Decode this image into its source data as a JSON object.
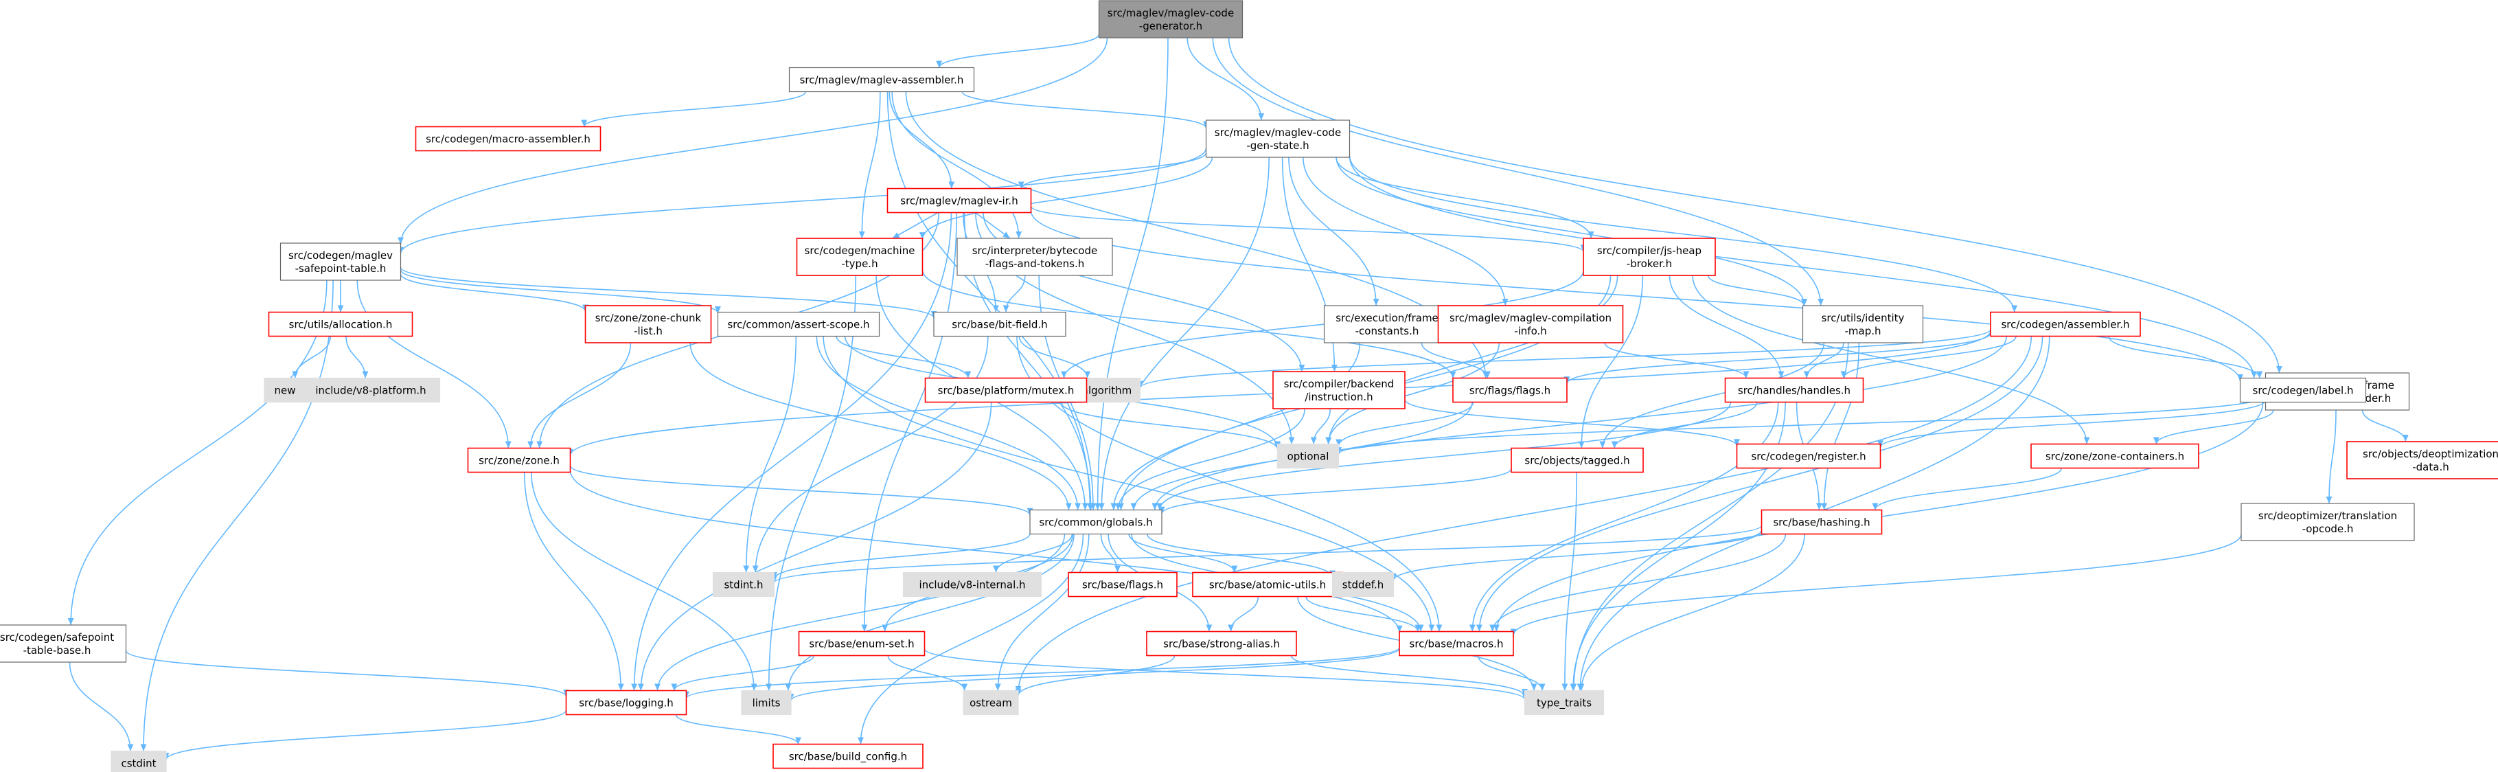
{
  "graph": {
    "colors": {
      "edge": "#63b8ff",
      "normal_border": "#666666",
      "normal_fill": "#ffffff",
      "missing_border": "#ff0000",
      "missing_fill": "#ffffff",
      "external_border": "#e0e0e0",
      "external_fill": "#e0e0e0",
      "root_border": "#666666",
      "root_fill": "#999999",
      "text": "#000000"
    },
    "nodes": [
      {
        "id": "root",
        "lines": [
          "src/maglev/maglev-code",
          "-generator.h"
        ],
        "style": "root"
      },
      {
        "id": "assembler_h",
        "lines": [
          "src/maglev/maglev-assembler.h"
        ],
        "style": "normal"
      },
      {
        "id": "codegen_macro_assembler",
        "lines": [
          "src/codegen/macro-assembler.h"
        ],
        "style": "missing"
      },
      {
        "id": "code_gen_state",
        "lines": [
          "src/maglev/maglev-code",
          "-gen-state.h"
        ],
        "style": "normal"
      },
      {
        "id": "maglev_ir",
        "lines": [
          "src/maglev/maglev-ir.h"
        ],
        "style": "missing"
      },
      {
        "id": "safepoint_table",
        "lines": [
          "src/codegen/maglev",
          "-safepoint-table.h"
        ],
        "style": "normal"
      },
      {
        "id": "machine_type",
        "lines": [
          "src/codegen/machine",
          "-type.h"
        ],
        "style": "missing"
      },
      {
        "id": "bytecode_flags",
        "lines": [
          "src/interpreter/bytecode",
          "-flags-and-tokens.h"
        ],
        "style": "normal"
      },
      {
        "id": "js_heap_broker",
        "lines": [
          "src/compiler/js-heap",
          "-broker.h"
        ],
        "style": "missing"
      },
      {
        "id": "utils_allocation",
        "lines": [
          "src/utils/allocation.h"
        ],
        "style": "missing"
      },
      {
        "id": "zone_chunk_list",
        "lines": [
          "src/zone/zone-chunk",
          "-list.h"
        ],
        "style": "missing"
      },
      {
        "id": "assert_scope",
        "lines": [
          "src/common/assert-scope.h"
        ],
        "style": "normal"
      },
      {
        "id": "bit_field",
        "lines": [
          "src/base/bit-field.h"
        ],
        "style": "normal"
      },
      {
        "id": "frame_constants",
        "lines": [
          "src/execution/frame",
          "-constants.h"
        ],
        "style": "normal"
      },
      {
        "id": "compilation_info",
        "lines": [
          "src/maglev/maglev-compilation",
          "-info.h"
        ],
        "style": "missing"
      },
      {
        "id": "identity_map",
        "lines": [
          "src/utils/identity",
          "-map.h"
        ],
        "style": "normal"
      },
      {
        "id": "codegen_assembler",
        "lines": [
          "src/codegen/assembler.h"
        ],
        "style": "missing"
      },
      {
        "id": "translation_builder",
        "lines": [
          "src/deoptimizer/frame",
          "-translation-builder.h"
        ],
        "style": "normal"
      },
      {
        "id": "new",
        "lines": [
          "new"
        ],
        "style": "external"
      },
      {
        "id": "v8_platform",
        "lines": [
          "include/v8-platform.h"
        ],
        "style": "external"
      },
      {
        "id": "algorithm",
        "lines": [
          "algorithm"
        ],
        "style": "external"
      },
      {
        "id": "platform_mutex",
        "lines": [
          "src/base/platform/mutex.h"
        ],
        "style": "missing"
      },
      {
        "id": "backend_instruction",
        "lines": [
          "src/compiler/backend",
          "/instruction.h"
        ],
        "style": "missing"
      },
      {
        "id": "flags_flags",
        "lines": [
          "src/flags/flags.h"
        ],
        "style": "missing"
      },
      {
        "id": "handles",
        "lines": [
          "src/handles/handles.h"
        ],
        "style": "missing"
      },
      {
        "id": "codegen_label",
        "lines": [
          "src/codegen/label.h"
        ],
        "style": "normal"
      },
      {
        "id": "zone_h",
        "lines": [
          "src/zone/zone.h"
        ],
        "style": "missing"
      },
      {
        "id": "optional",
        "lines": [
          "optional"
        ],
        "style": "external"
      },
      {
        "id": "objects_tagged",
        "lines": [
          "src/objects/tagged.h"
        ],
        "style": "missing"
      },
      {
        "id": "codegen_register",
        "lines": [
          "src/codegen/register.h"
        ],
        "style": "missing"
      },
      {
        "id": "zone_containers",
        "lines": [
          "src/zone/zone-containers.h"
        ],
        "style": "missing"
      },
      {
        "id": "deopt_data",
        "lines": [
          "src/objects/deoptimization",
          "-data.h"
        ],
        "style": "missing"
      },
      {
        "id": "globals",
        "lines": [
          "src/common/globals.h"
        ],
        "style": "normal"
      },
      {
        "id": "base_hashing",
        "lines": [
          "src/base/hashing.h"
        ],
        "style": "missing"
      },
      {
        "id": "translation_opcode",
        "lines": [
          "src/deoptimizer/translation",
          "-opcode.h"
        ],
        "style": "normal"
      },
      {
        "id": "stdint",
        "lines": [
          "stdint.h"
        ],
        "style": "external"
      },
      {
        "id": "v8_internal",
        "lines": [
          "include/v8-internal.h"
        ],
        "style": "external"
      },
      {
        "id": "base_flags",
        "lines": [
          "src/base/flags.h"
        ],
        "style": "missing"
      },
      {
        "id": "atomic_utils",
        "lines": [
          "src/base/atomic-utils.h"
        ],
        "style": "missing"
      },
      {
        "id": "stddef",
        "lines": [
          "stddef.h"
        ],
        "style": "external"
      },
      {
        "id": "safepoint_table_base",
        "lines": [
          "src/codegen/safepoint",
          "-table-base.h"
        ],
        "style": "normal"
      },
      {
        "id": "enum_set",
        "lines": [
          "src/base/enum-set.h"
        ],
        "style": "missing"
      },
      {
        "id": "strong_alias",
        "lines": [
          "src/base/strong-alias.h"
        ],
        "style": "missing"
      },
      {
        "id": "base_macros",
        "lines": [
          "src/base/macros.h"
        ],
        "style": "missing"
      },
      {
        "id": "base_logging",
        "lines": [
          "src/base/logging.h"
        ],
        "style": "missing"
      },
      {
        "id": "limits",
        "lines": [
          "limits"
        ],
        "style": "external"
      },
      {
        "id": "ostream",
        "lines": [
          "ostream"
        ],
        "style": "external"
      },
      {
        "id": "type_traits",
        "lines": [
          "type_traits"
        ],
        "style": "external"
      },
      {
        "id": "cstdint",
        "lines": [
          "cstdint"
        ],
        "style": "external"
      },
      {
        "id": "build_config",
        "lines": [
          "src/base/build_config.h"
        ],
        "style": "missing"
      }
    ],
    "edges": [
      [
        "root",
        "assembler_h"
      ],
      [
        "root",
        "code_gen_state"
      ],
      [
        "root",
        "safepoint_table"
      ],
      [
        "root",
        "identity_map"
      ],
      [
        "root",
        "translation_builder"
      ],
      [
        "root",
        "globals"
      ],
      [
        "assembler_h",
        "codegen_macro_assembler"
      ],
      [
        "assembler_h",
        "code_gen_state"
      ],
      [
        "assembler_h",
        "maglev_ir"
      ],
      [
        "assembler_h",
        "machine_type"
      ],
      [
        "assembler_h",
        "bytecode_flags"
      ],
      [
        "assembler_h",
        "flags_flags"
      ],
      [
        "assembler_h",
        "globals"
      ],
      [
        "code_gen_state",
        "maglev_ir"
      ],
      [
        "code_gen_state",
        "safepoint_table"
      ],
      [
        "code_gen_state",
        "machine_type"
      ],
      [
        "code_gen_state",
        "js_heap_broker"
      ],
      [
        "code_gen_state",
        "frame_constants"
      ],
      [
        "code_gen_state",
        "compilation_info"
      ],
      [
        "code_gen_state",
        "codegen_assembler"
      ],
      [
        "code_gen_state",
        "backend_instruction"
      ],
      [
        "code_gen_state",
        "codegen_label"
      ],
      [
        "code_gen_state",
        "identity_map"
      ],
      [
        "code_gen_state",
        "globals"
      ],
      [
        "maglev_ir",
        "machine_type"
      ],
      [
        "maglev_ir",
        "bytecode_flags"
      ],
      [
        "maglev_ir",
        "js_heap_broker"
      ],
      [
        "maglev_ir",
        "bit_field"
      ],
      [
        "maglev_ir",
        "zone_h"
      ],
      [
        "maglev_ir",
        "backend_instruction"
      ],
      [
        "maglev_ir",
        "codegen_label"
      ],
      [
        "maglev_ir",
        "optional"
      ],
      [
        "maglev_ir",
        "globals"
      ],
      [
        "maglev_ir",
        "base_logging"
      ],
      [
        "maglev_ir",
        "enum_set"
      ],
      [
        "safepoint_table",
        "utils_allocation"
      ],
      [
        "safepoint_table",
        "zone_chunk_list"
      ],
      [
        "safepoint_table",
        "assert_scope"
      ],
      [
        "safepoint_table",
        "bit_field"
      ],
      [
        "safepoint_table",
        "safepoint_table_base"
      ],
      [
        "safepoint_table",
        "zone_h"
      ],
      [
        "safepoint_table",
        "cstdint"
      ],
      [
        "machine_type",
        "flags_flags"
      ],
      [
        "machine_type",
        "globals"
      ],
      [
        "machine_type",
        "limits"
      ],
      [
        "bytecode_flags",
        "bit_field"
      ],
      [
        "bytecode_flags",
        "globals"
      ],
      [
        "js_heap_broker",
        "identity_map"
      ],
      [
        "js_heap_broker",
        "handles"
      ],
      [
        "js_heap_broker",
        "objects_tagged"
      ],
      [
        "js_heap_broker",
        "zone_containers"
      ],
      [
        "js_heap_broker",
        "platform_mutex"
      ],
      [
        "js_heap_broker",
        "optional"
      ],
      [
        "js_heap_broker",
        "globals"
      ],
      [
        "utils_allocation",
        "new"
      ],
      [
        "utils_allocation",
        "v8_platform"
      ],
      [
        "zone_chunk_list",
        "zone_h"
      ],
      [
        "zone_chunk_list",
        "globals"
      ],
      [
        "assert_scope",
        "platform_mutex"
      ],
      [
        "assert_scope",
        "optional"
      ],
      [
        "assert_scope",
        "globals"
      ],
      [
        "assert_scope",
        "stdint"
      ],
      [
        "assert_scope",
        "base_macros"
      ],
      [
        "bit_field",
        "algorithm"
      ],
      [
        "bit_field",
        "stdint"
      ],
      [
        "bit_field",
        "base_macros"
      ],
      [
        "frame_constants",
        "flags_flags"
      ],
      [
        "frame_constants",
        "globals"
      ],
      [
        "compilation_info",
        "handles"
      ],
      [
        "compilation_info",
        "optional"
      ],
      [
        "identity_map",
        "handles"
      ],
      [
        "identity_map",
        "base_hashing"
      ],
      [
        "identity_map",
        "objects_tagged"
      ],
      [
        "identity_map",
        "type_traits"
      ],
      [
        "codegen_assembler",
        "algorithm"
      ],
      [
        "codegen_assembler",
        "handles"
      ],
      [
        "codegen_assembler",
        "flags_flags"
      ],
      [
        "codegen_assembler",
        "codegen_label"
      ],
      [
        "codegen_assembler",
        "zone_h"
      ],
      [
        "codegen_assembler",
        "globals"
      ],
      [
        "codegen_assembler",
        "base_macros"
      ],
      [
        "codegen_assembler",
        "ostream"
      ],
      [
        "codegen_assembler",
        "type_traits"
      ],
      [
        "translation_builder",
        "optional"
      ],
      [
        "translation_builder",
        "codegen_register"
      ],
      [
        "translation_builder",
        "zone_containers"
      ],
      [
        "translation_builder",
        "deopt_data"
      ],
      [
        "translation_builder",
        "translation_opcode"
      ],
      [
        "platform_mutex",
        "optional"
      ],
      [
        "platform_mutex",
        "base_logging"
      ],
      [
        "backend_instruction",
        "optional"
      ],
      [
        "backend_instruction",
        "codegen_register"
      ],
      [
        "backend_instruction",
        "globals"
      ],
      [
        "flags_flags",
        "optional"
      ],
      [
        "flags_flags",
        "globals"
      ],
      [
        "handles",
        "objects_tagged"
      ],
      [
        "handles",
        "base_hashing"
      ],
      [
        "handles",
        "globals"
      ],
      [
        "handles",
        "type_traits"
      ],
      [
        "handles",
        "base_macros"
      ],
      [
        "codegen_label",
        "base_macros"
      ],
      [
        "zone_h",
        "globals"
      ],
      [
        "zone_h",
        "base_logging"
      ],
      [
        "zone_h",
        "base_macros"
      ],
      [
        "zone_h",
        "limits"
      ],
      [
        "objects_tagged",
        "globals"
      ],
      [
        "objects_tagged",
        "type_traits"
      ],
      [
        "zone_containers",
        "base_hashing"
      ],
      [
        "translation_opcode",
        "base_macros"
      ],
      [
        "globals",
        "stdint"
      ],
      [
        "globals",
        "v8_internal"
      ],
      [
        "globals",
        "base_flags"
      ],
      [
        "globals",
        "atomic_utils"
      ],
      [
        "globals",
        "stddef"
      ],
      [
        "globals",
        "enum_set"
      ],
      [
        "globals",
        "strong_alias"
      ],
      [
        "globals",
        "base_macros"
      ],
      [
        "globals",
        "base_logging"
      ],
      [
        "globals",
        "limits"
      ],
      [
        "globals",
        "ostream"
      ],
      [
        "globals",
        "build_config"
      ],
      [
        "base_hashing",
        "stdint"
      ],
      [
        "base_hashing",
        "stddef"
      ],
      [
        "base_hashing",
        "base_macros"
      ],
      [
        "base_hashing",
        "type_traits"
      ],
      [
        "atomic_utils",
        "strong_alias"
      ],
      [
        "atomic_utils",
        "base_macros"
      ],
      [
        "atomic_utils",
        "type_traits"
      ],
      [
        "enum_set",
        "base_logging"
      ],
      [
        "enum_set",
        "ostream"
      ],
      [
        "enum_set",
        "type_traits"
      ],
      [
        "strong_alias",
        "ostream"
      ],
      [
        "strong_alias",
        "type_traits"
      ],
      [
        "base_macros",
        "limits"
      ],
      [
        "base_macros",
        "type_traits"
      ],
      [
        "base_macros",
        "base_logging"
      ],
      [
        "base_logging",
        "build_config"
      ],
      [
        "base_logging",
        "cstdint"
      ],
      [
        "safepoint_table_base",
        "cstdint"
      ],
      [
        "safepoint_table_base",
        "base_logging"
      ]
    ]
  }
}
